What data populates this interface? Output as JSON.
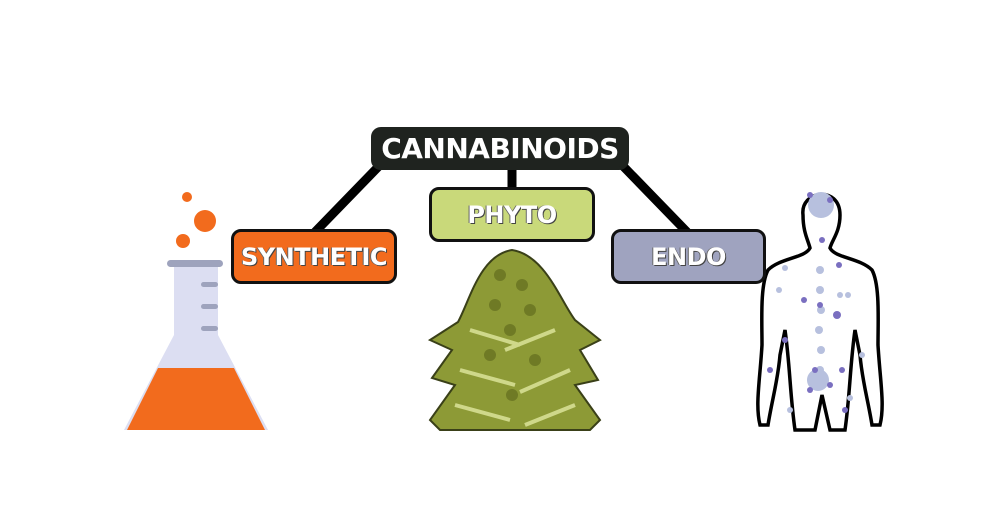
{
  "root": {
    "label": "CANNABINOIDS",
    "color": "#1f231f"
  },
  "categories": [
    {
      "label": "SYNTHETIC",
      "color": "#f26b1d"
    },
    {
      "label": "PHYTO",
      "color": "#c9d97a"
    },
    {
      "label": "ENDO",
      "color": "#9fa3bf"
    }
  ]
}
